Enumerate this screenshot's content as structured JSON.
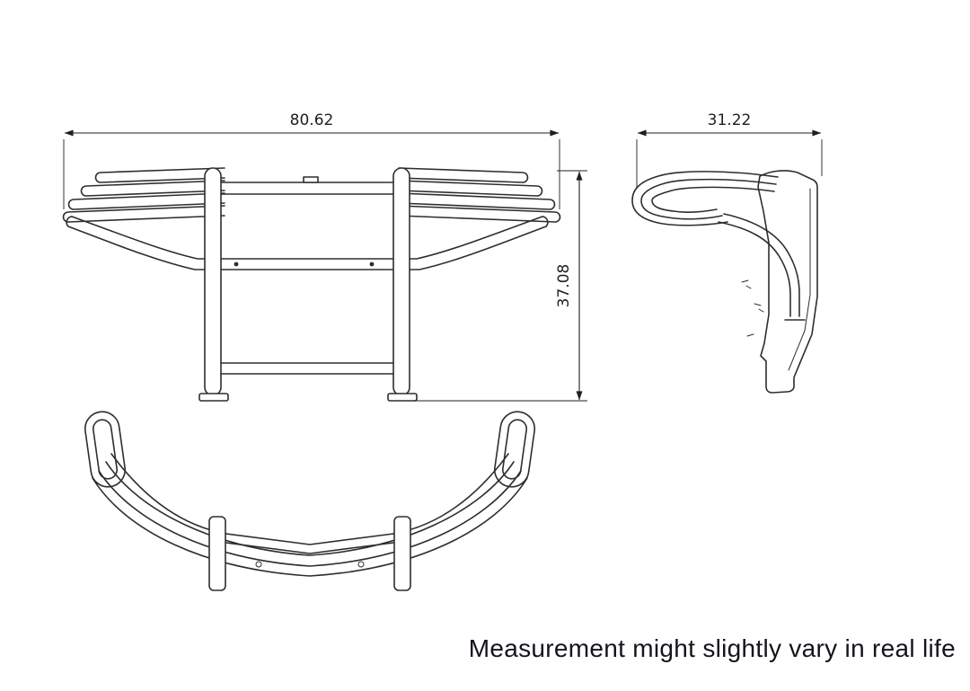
{
  "drawing": {
    "dimensions": {
      "front_width": "80.62",
      "front_height": "37.08",
      "side_depth": "31.22"
    },
    "disclaimer": "Measurement might slightly vary in real life",
    "colors": {
      "line": "#2e2e2e",
      "dimension_text": "#1f1f1f",
      "disclaimer_text": "#14141c",
      "background": "#ffffff"
    }
  }
}
